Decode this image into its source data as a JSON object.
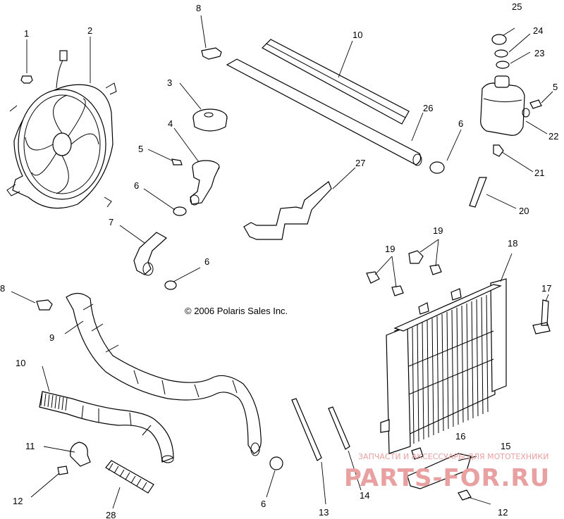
{
  "copyright": "© 2006 Polaris Sales Inc.",
  "watermark": {
    "line1": "ЗАПЧАСТИ И АКСЕССУАРЫ ДЛЯ МОТОТЕХНИКИ",
    "line2": "PARTS-FOR.RU"
  },
  "callouts": {
    "c1": "1",
    "c2": "2",
    "c3": "3",
    "c4": "4",
    "c5a": "5",
    "c5b": "5",
    "c6a": "6",
    "c6b": "6",
    "c6c": "6",
    "c6d": "6",
    "c7": "7",
    "c8a": "8",
    "c8b": "8",
    "c9": "9",
    "c10a": "10",
    "c10b": "10",
    "c11": "11",
    "c12a": "12",
    "c12b": "12",
    "c13": "13",
    "c14": "14",
    "c15": "15",
    "c16": "16",
    "c17": "17",
    "c18": "18",
    "c19a": "19",
    "c19b": "19",
    "c20": "20",
    "c21": "21",
    "c22": "22",
    "c23": "23",
    "c24": "24",
    "c25": "25",
    "c26": "26",
    "c27": "27",
    "c28": "28"
  }
}
